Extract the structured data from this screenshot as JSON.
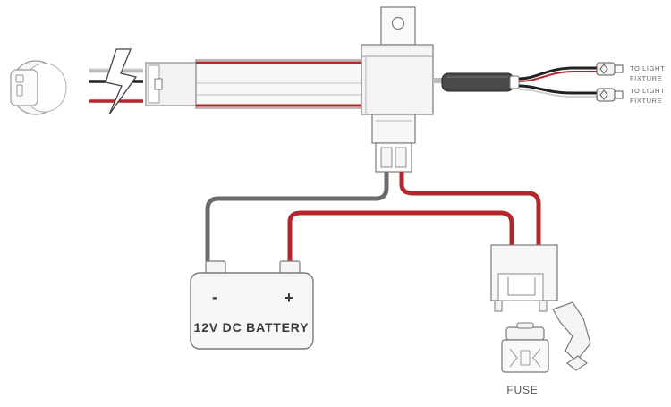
{
  "diagram": {
    "labels": {
      "fixture_top": [
        "TO LIGHT",
        "FIXTURE"
      ],
      "fixture_bottom": [
        "TO LIGHT",
        "FIXTURE"
      ],
      "battery": "12V DC BATTERY",
      "battery_neg": "-",
      "battery_pos": "+",
      "fuse": "FUSE"
    },
    "colors": {
      "wire_red": "#b3262d",
      "wire_gray": "#6b6b6b",
      "wire_black": "#222222",
      "outline": "#8a8a8a",
      "harness_fill": "#f4f4f4"
    },
    "icons": [
      "rocker-switch-icon",
      "wire-break-icon",
      "relay-icon",
      "battery-icon",
      "fuse-holder-icon",
      "blade-fuse-icon",
      "spade-connector-icon"
    ]
  }
}
